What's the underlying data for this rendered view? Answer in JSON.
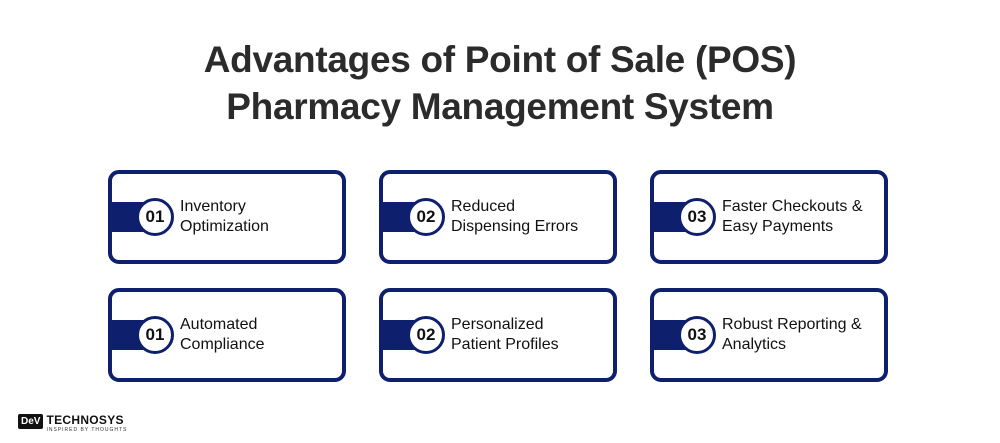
{
  "title": {
    "line1": "Advantages of Point of Sale (POS)",
    "line2": "Pharmacy Management System"
  },
  "colors": {
    "accent": "#0d1f6d",
    "text": "#2b2b2b"
  },
  "cards": [
    {
      "number": "01",
      "line1": "Inventory",
      "line2": "Optimization"
    },
    {
      "number": "02",
      "line1": "Reduced",
      "line2": "Dispensing Errors"
    },
    {
      "number": "03",
      "line1": "Faster Checkouts &",
      "line2": "Easy Payments"
    },
    {
      "number": "01",
      "line1": "Automated",
      "line2": "Compliance"
    },
    {
      "number": "02",
      "line1": "Personalized",
      "line2": "Patient Profiles"
    },
    {
      "number": "03",
      "line1": "Robust Reporting &",
      "line2": "Analytics"
    }
  ],
  "logo": {
    "mark": "DeV",
    "name": "TECHNOSYS",
    "tagline": "INSPIRED BY THOUGHTS"
  }
}
